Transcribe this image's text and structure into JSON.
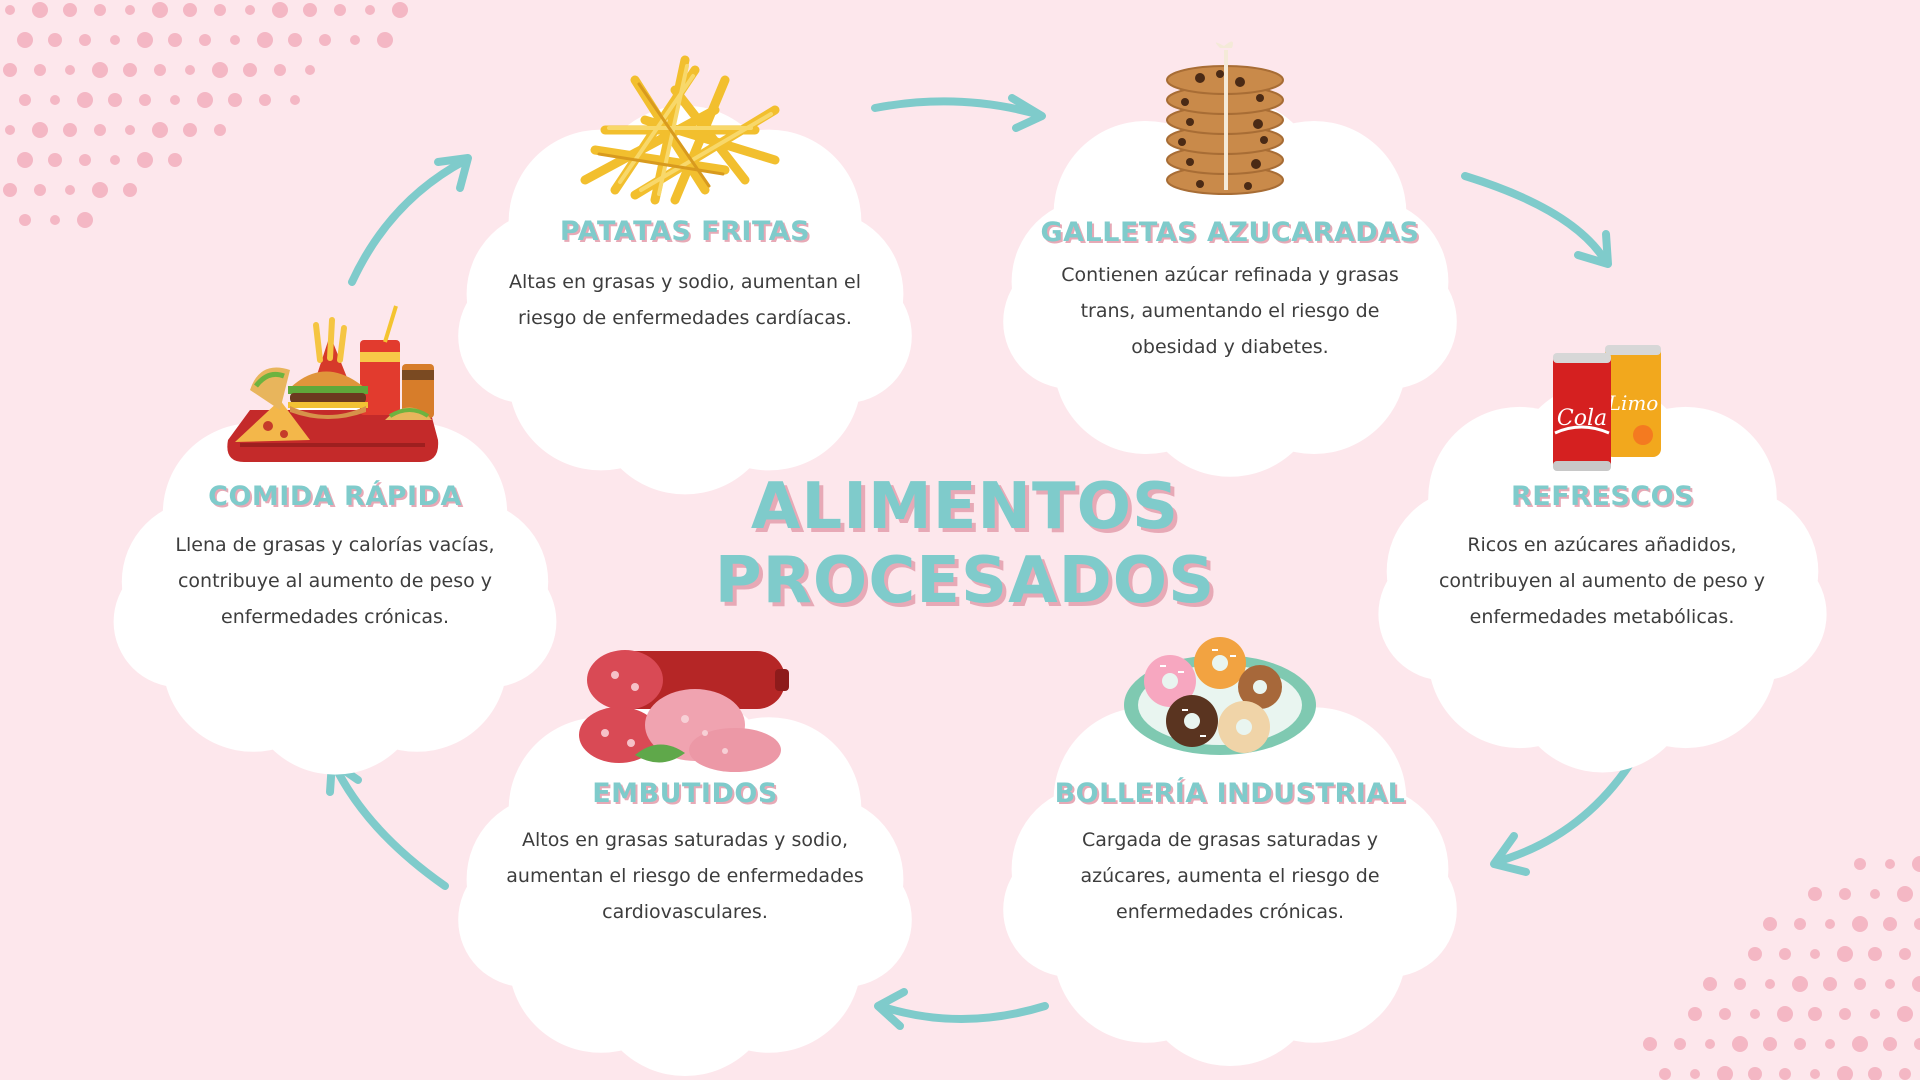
{
  "title": "ALIMENTOS PROCESADOS",
  "colors": {
    "background": "#fde7ec",
    "accent": "#7fcbcb",
    "title_shadow": "#e7a9b6",
    "arrow": "#7fcbcb",
    "dots": "#f4b7c4",
    "cloud": "#ffffff",
    "text": "#3d3d3d"
  },
  "cards": [
    {
      "id": "comida-rapida",
      "title": "COMIDA RÁPIDA",
      "desc": [
        "Llena de grasas y calorías vacías,",
        "contribuye al aumento de peso y",
        "enfermedades crónicas."
      ],
      "icon": "fast-food-tray-icon"
    },
    {
      "id": "patatas-fritas",
      "title": "PATATAS FRITAS",
      "desc": [
        "Altas en grasas y sodio, aumentan el",
        "riesgo de enfermedades cardíacas."
      ],
      "icon": "french-fries-icon"
    },
    {
      "id": "galletas",
      "title": "GALLETAS AZUCARADAS",
      "desc": [
        "Contienen azúcar refinada y grasas",
        "trans, aumentando el riesgo de",
        "obesidad y diabetes."
      ],
      "icon": "cookie-stack-icon"
    },
    {
      "id": "refrescos",
      "title": "REFRESCOS",
      "desc": [
        "Ricos en azúcares añadidos,",
        "contribuyen al aumento de peso y",
        "enfermedades metabólicas."
      ],
      "icon": "soda-cans-icon",
      "can_labels": [
        "Cola",
        "Limo"
      ]
    },
    {
      "id": "bolleria",
      "title": "BOLLERÍA INDUSTRIAL",
      "desc": [
        "Cargada de grasas saturadas y",
        "azúcares, aumenta el riesgo de",
        "enfermedades crónicas."
      ],
      "icon": "donuts-plate-icon"
    },
    {
      "id": "embutidos",
      "title": "EMBUTIDOS",
      "desc": [
        "Altos en grasas saturadas y sodio,",
        "aumentan el riesgo de enfermedades",
        "cardiovasculares."
      ],
      "icon": "salami-slices-icon"
    }
  ]
}
